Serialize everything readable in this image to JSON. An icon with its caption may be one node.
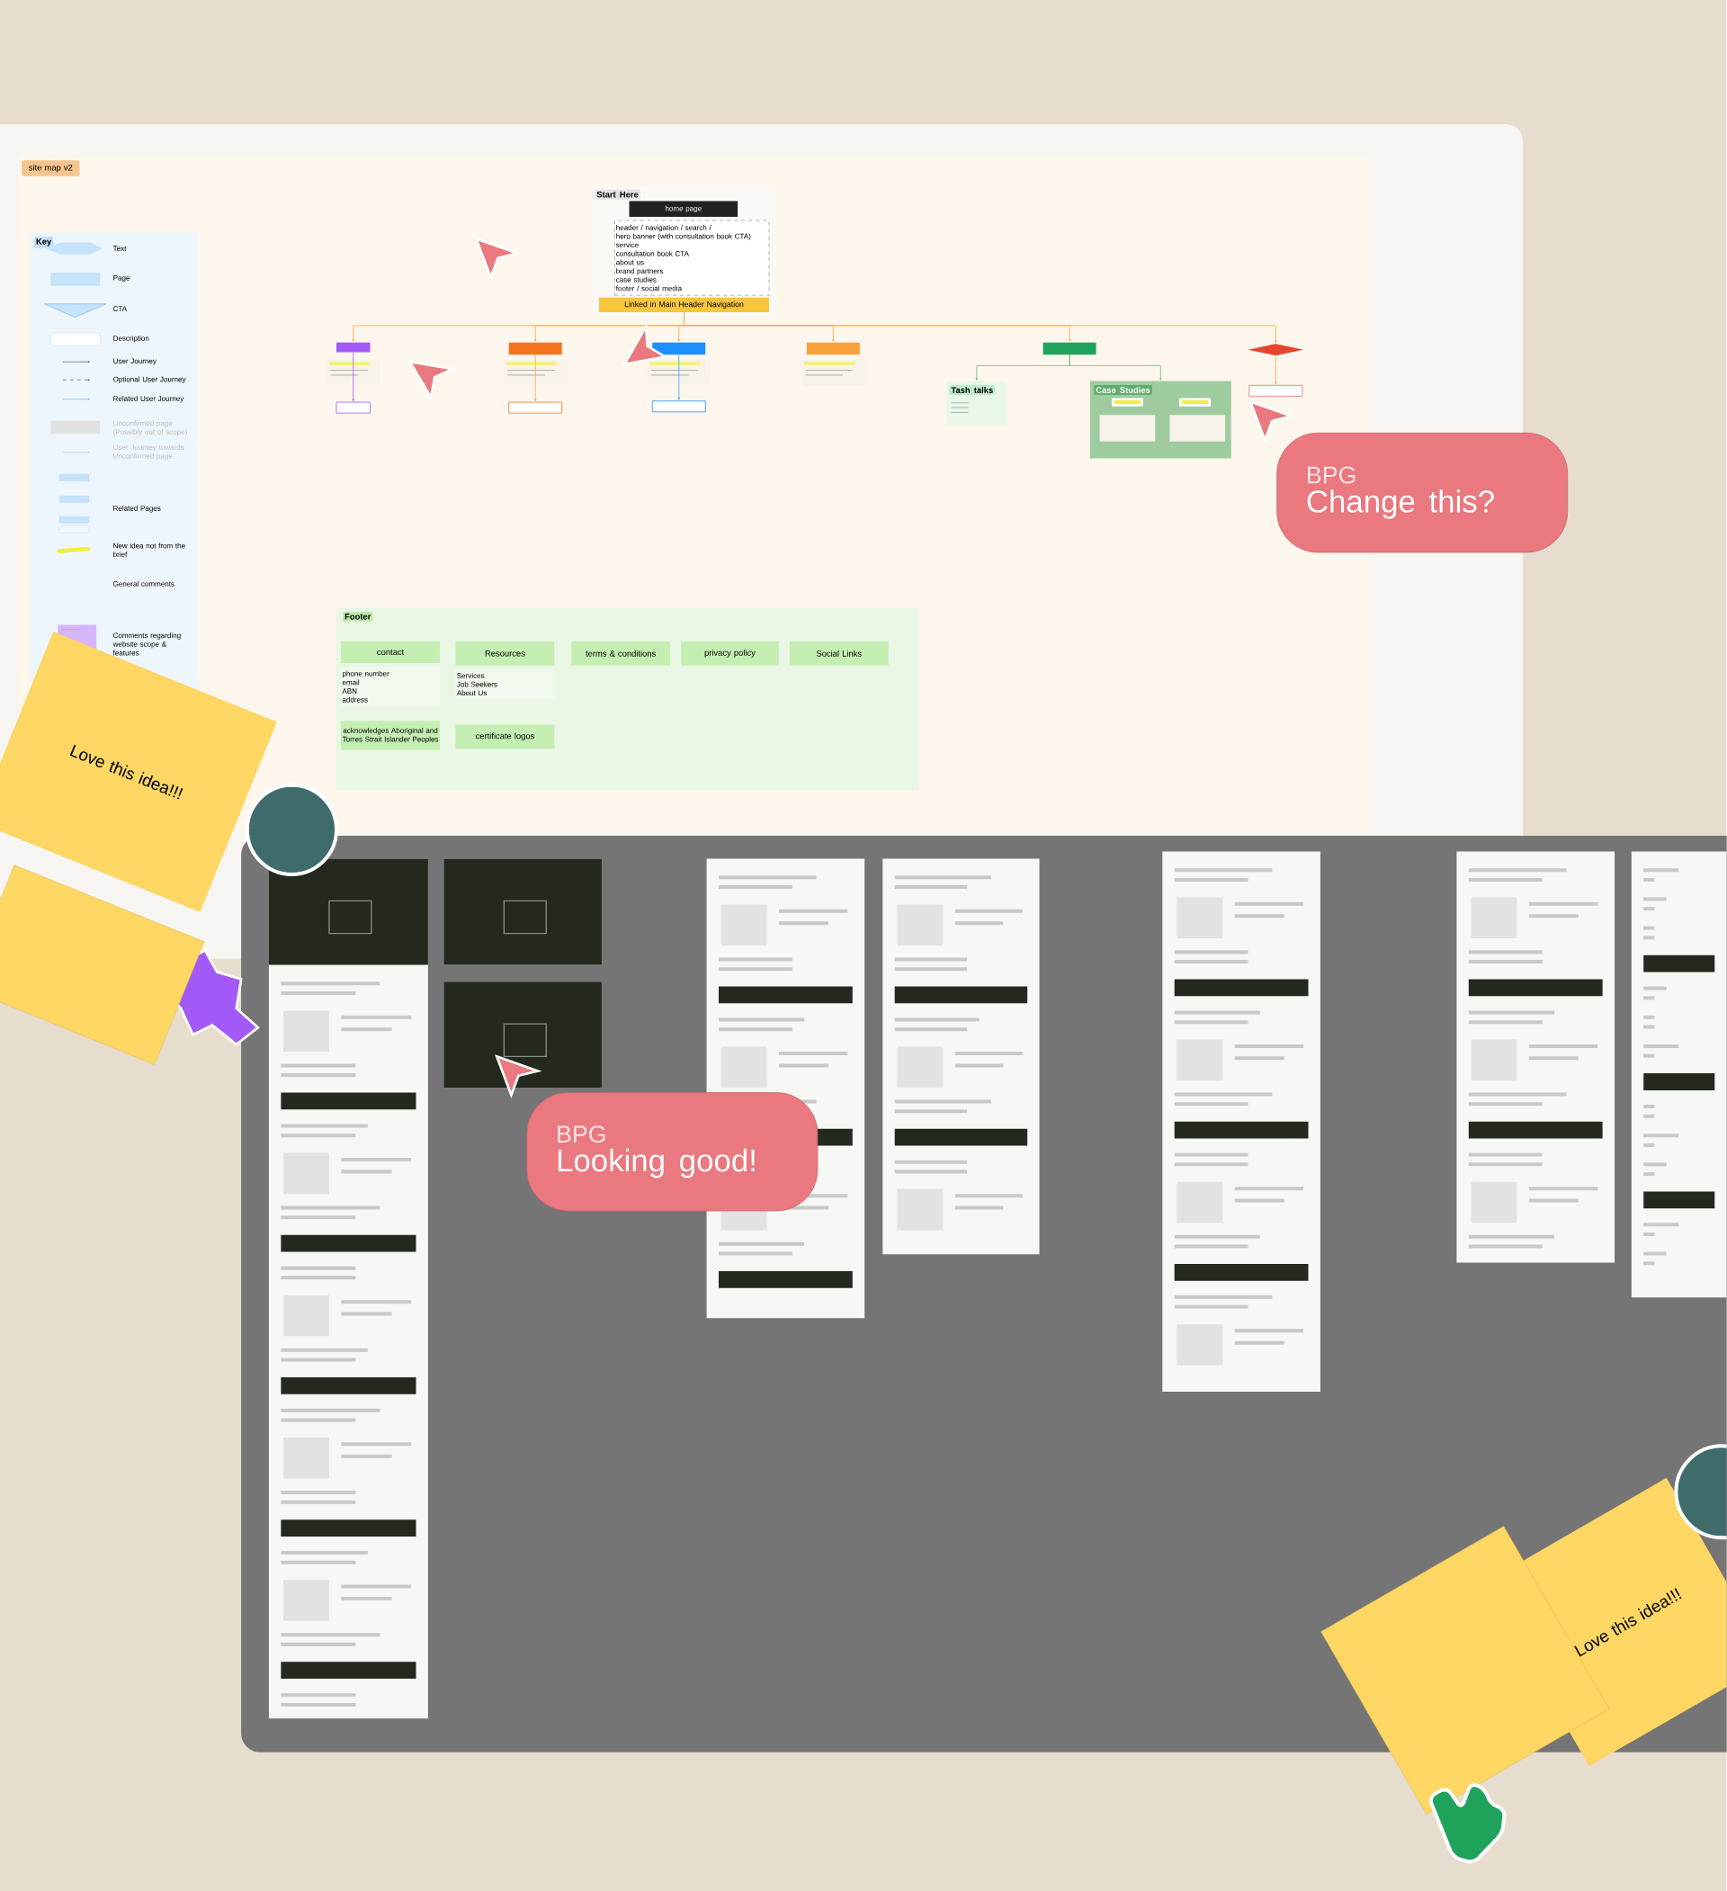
{
  "diagram": {
    "nodes": [
      {
        "text": [
          "site map v2"
        ]
      },
      {
        "text": [
          "Key"
        ]
      },
      {
        "text": [
          "Start Here"
        ]
      },
      {
        "text": [
          "home page"
        ],
        "in": 2
      },
      {
        "text": [
          "header / navigation / search /",
          "hero banner (with consultation book CTA)",
          "service",
          "consultation book CTA",
          "about us",
          "brand partners",
          "case studies",
          "footer / social media"
        ],
        "in": 2
      },
      {
        "text": [
          "Linked in Main Header Navigation"
        ],
        "in": 2
      },
      {
        "text": [],
        "shape": "box"
      },
      {
        "text": [],
        "shape": "box"
      },
      {
        "text": [],
        "shape": "box"
      },
      {
        "text": [],
        "shape": "box"
      },
      {
        "text": [],
        "shape": "box"
      },
      {
        "text": [],
        "shape": "diamond"
      },
      {
        "text": [],
        "shape": "box"
      },
      {
        "text": [],
        "shape": "box"
      },
      {
        "text": [],
        "shape": "box"
      },
      {
        "text": [],
        "shape": "box"
      },
      {
        "text": [
          "Tash talks"
        ]
      },
      {
        "text": [
          "Case Studies"
        ]
      },
      {
        "text": [
          "Footer"
        ]
      },
      {
        "text": [
          "contact"
        ],
        "in": 18
      },
      {
        "text": [
          "phone number",
          "email",
          "ABN",
          "address"
        ],
        "in": 18
      },
      {
        "text": [
          "Resources"
        ],
        "in": 18
      },
      {
        "text": [
          "Services",
          "Job Seekers",
          "About Us"
        ],
        "in": 18
      },
      {
        "text": [
          "terms & conditions"
        ],
        "in": 18
      },
      {
        "text": [
          "privacy policy"
        ],
        "in": 18
      },
      {
        "text": [
          "Social Links"
        ],
        "in": 18
      },
      {
        "text": [
          "acknowledges Aboriginal and Torres Strait Islander Peoples"
        ],
        "in": 18
      },
      {
        "text": [
          "certificate logos"
        ],
        "in": 18
      },
      {
        "text": [
          "BPG",
          "Change this?"
        ]
      },
      {
        "text": [
          "BPG",
          "Looking good!"
        ]
      },
      {
        "text": [
          "Love this idea!!!"
        ]
      },
      {
        "text": [],
        "shape": "box"
      },
      {
        "text": [],
        "shape": "box"
      },
      {
        "text": [
          "Love this idea!!!"
        ]
      }
    ],
    "edges": [
      {
        "from": 5,
        "to": 6,
        "arrow": "to"
      },
      {
        "from": 5,
        "to": 7,
        "arrow": "to"
      },
      {
        "from": 5,
        "to": 8,
        "arrow": "to"
      },
      {
        "from": 5,
        "to": 9,
        "arrow": "to"
      },
      {
        "from": 5,
        "to": 10,
        "arrow": "to"
      },
      {
        "from": 5,
        "to": 11,
        "arrow": "to"
      },
      {
        "from": 6,
        "to": 12,
        "arrow": "to",
        "color": "#a259f7"
      },
      {
        "from": 7,
        "to": 13,
        "arrow": "to"
      },
      {
        "from": 8,
        "to": 14,
        "arrow": "to",
        "color": "#3aa0f0"
      },
      {
        "from": 10,
        "to": 16,
        "arrow": "to",
        "color": "#5cbf7a"
      },
      {
        "from": 10,
        "to": 17,
        "arrow": "to",
        "color": "#5cbf7a"
      },
      {
        "from": 11,
        "to": 15,
        "arrow": "to"
      }
    ],
    "legend": [
      {
        "text": "Text"
      },
      {
        "text": "Page"
      },
      {
        "text": "CTA"
      },
      {
        "text": "Description"
      },
      {
        "text": "User Journey"
      },
      {
        "text": "Optional User Journey"
      },
      {
        "text": "Related User Journey"
      },
      {
        "text": "Unconfirmed page (Possibly out of scope)"
      },
      {
        "text": "User Journey towards Unconfirmed page"
      },
      {
        "text": "Related Pages"
      },
      {
        "text": "New idea not from the brief"
      },
      {
        "text": "General comments"
      },
      {
        "text": "Comments regarding website scope & features"
      }
    ]
  }
}
